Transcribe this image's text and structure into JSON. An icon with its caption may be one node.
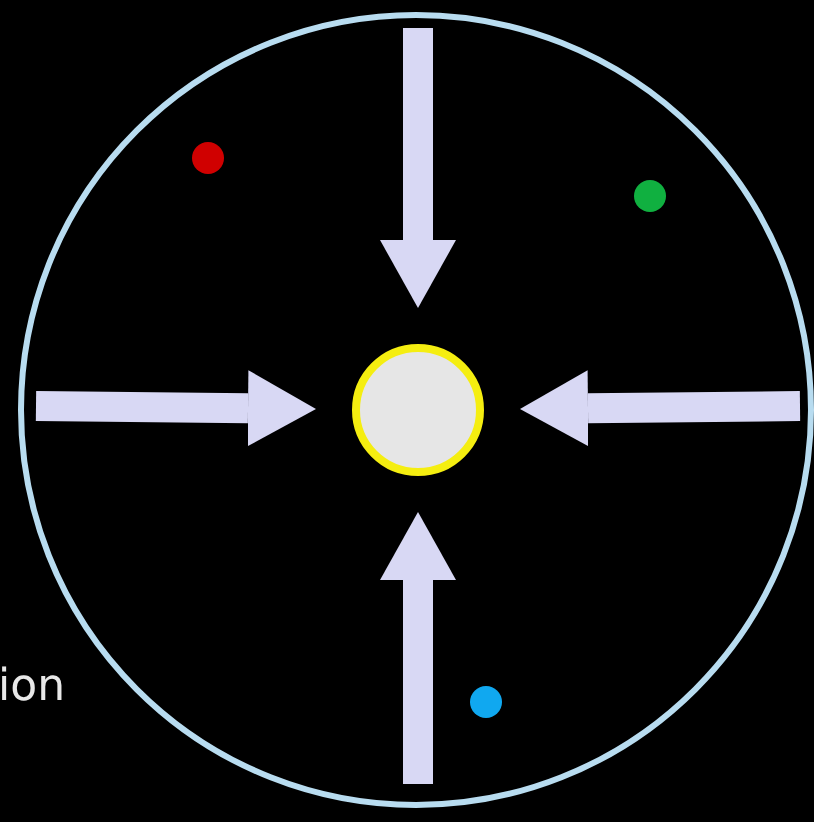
{
  "diagram": {
    "nodes": [
      {
        "text": [],
        "shape": "circle"
      },
      {
        "text": [],
        "shape": "circle",
        "in": 0
      }
    ],
    "edges": [
      {
        "from": null,
        "to": 1,
        "arrow": "to"
      },
      {
        "from": null,
        "to": 1,
        "arrow": "to"
      },
      {
        "from": null,
        "to": 1,
        "arrow": "to"
      },
      {
        "from": null,
        "to": 1,
        "arrow": "to"
      }
    ],
    "labels": [
      "ion"
    ]
  }
}
